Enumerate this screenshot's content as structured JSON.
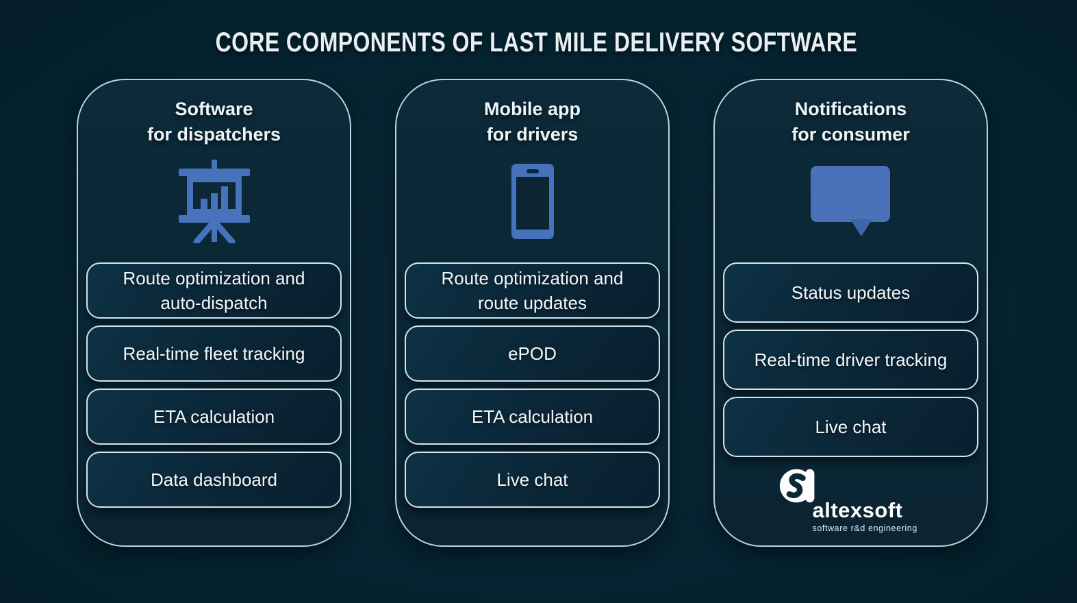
{
  "title": "CORE COMPONENTS OF LAST MILE DELIVERY SOFTWARE",
  "columns": [
    {
      "header": "Software\nfor dispatchers",
      "icon": "presentation-chart-icon",
      "items": [
        "Route optimization and\nauto-dispatch",
        "Real-time fleet tracking",
        "ETA calculation",
        "Data dashboard"
      ]
    },
    {
      "header": "Mobile app\nfor drivers",
      "icon": "smartphone-icon",
      "items": [
        "Route optimization and\nroute updates",
        "ePOD",
        "ETA calculation",
        "Live chat"
      ]
    },
    {
      "header": "Notifications\nfor consumer",
      "icon": "speech-bubble-icon",
      "items": [
        "Status updates",
        "Real-time driver tracking",
        "Live chat"
      ]
    }
  ],
  "logo": {
    "name": "altexsoft",
    "tagline": "software r&d engineering"
  },
  "colors": {
    "background": "#04202b",
    "card_background": "#0b2836",
    "card_border": "#b7d4e2",
    "box_border": "#cfe6f2",
    "accent_blue": "#4673bb",
    "text": "#f3f7fa"
  }
}
